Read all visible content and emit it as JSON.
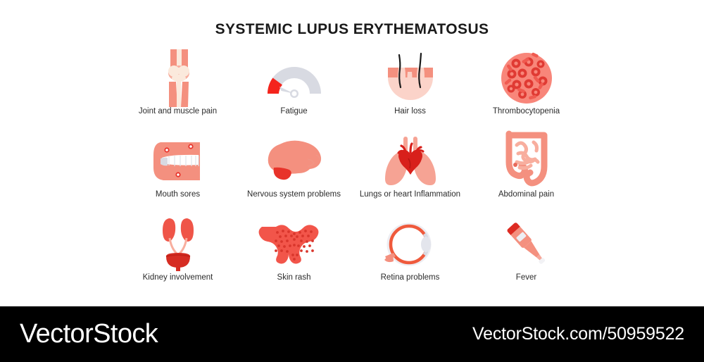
{
  "title": "SYSTEMIC LUPUS ERYTHEMATOSUS",
  "palette": {
    "salmon": "#F4907F",
    "salmon_light": "#F8AE9E",
    "salmon_pale": "#FBD3C9",
    "red": "#E8332A",
    "red_dark": "#D2241E",
    "bone": "#FBE9DC",
    "gray": "#D8DAE2",
    "black": "#000000",
    "text": "#2b2b2b",
    "background": "#FFFFFF",
    "footer_background": "#000000"
  },
  "symptoms": [
    {
      "label": "Joint and muscle pain",
      "icon": "knee-joint-icon"
    },
    {
      "label": "Fatigue",
      "icon": "gauge-meter-icon"
    },
    {
      "label": "Hair loss",
      "icon": "hair-follicle-icon"
    },
    {
      "label": "Thrombocytopenia",
      "icon": "blood-cells-icon"
    },
    {
      "label": "Mouth sores",
      "icon": "mouth-icon"
    },
    {
      "label": "Nervous system problems",
      "icon": "brain-icon"
    },
    {
      "label": "Lungs or heart Inflammation",
      "icon": "lungs-heart-icon"
    },
    {
      "label": "Abdominal pain",
      "icon": "intestines-icon"
    },
    {
      "label": "Kidney involvement",
      "icon": "kidneys-bladder-icon"
    },
    {
      "label": "Skin rash",
      "icon": "butterfly-rash-icon"
    },
    {
      "label": "Retina problems",
      "icon": "eye-icon"
    },
    {
      "label": "Fever",
      "icon": "thermometer-icon"
    }
  ],
  "footer": {
    "wordmark": "VectorStock",
    "url": "VectorStock.com/50959522"
  }
}
